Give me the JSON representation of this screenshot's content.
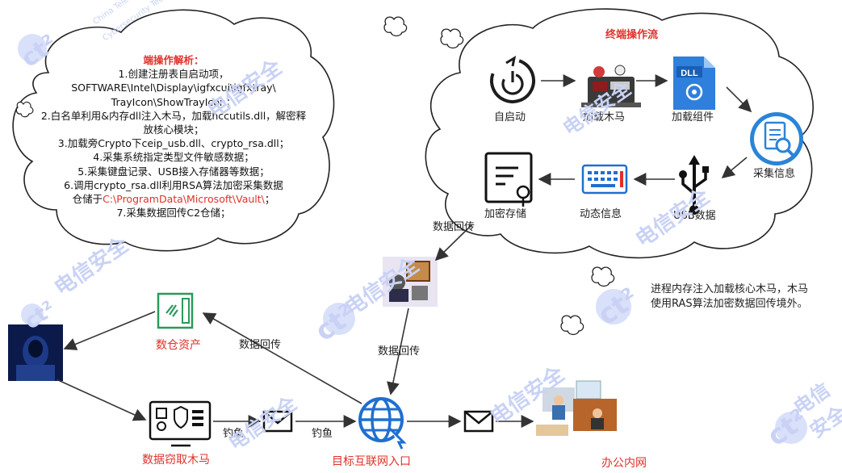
{
  "left_cloud": {
    "title": "端操作解析：",
    "lines": [
      "1.创建注册表自启动项，",
      "SOFTWARE\\Intel\\Display\\igfxcui\\igfxtray\\",
      "TrayIcon\\ShowTrayIcon；",
      "2.白名单利用&内存dll注入木马，加载hccutils.dll，解密释",
      "放核心模块；",
      "3.加载旁Crypto下ceip_usb.dll、crypto_rsa.dll；",
      "4.采集系统指定类型文件敏感数据；",
      "5.采集键盘记录、USB接入存储器等数据；",
      "6.调用crypto_rsa.dll利用RSA算法加密采集数据"
    ],
    "line_storage_prefix": "仓储于",
    "line_storage_path": "C:\\ProgramData\\Microsoft\\Vault\\",
    "line_storage_suffix": "；",
    "line_last": "7.采集数据回传C2仓储；"
  },
  "right_cloud": {
    "title": "终端操作流",
    "nodes": {
      "autostart": "自启动",
      "load_trojan": "加载木马",
      "load_component": "加载组件",
      "collect_info": "采集信息",
      "usb_data": "USB数据",
      "dynamic_info": "动态信息",
      "encrypted_storage": "加密存储"
    }
  },
  "right_note": [
    "进程内存注入加载核心木马，木马",
    "使用RAS算法加密数据回传境外。"
  ],
  "bottom": {
    "data_warehouse": "数仓资产",
    "data_theft_trojan": "数据窃取木马",
    "target_entry": "目标互联网入口",
    "office_network": "办公内网",
    "phishing_1": "钓鱼",
    "phishing_2": "钓鱼",
    "data_return_1": "数据回传",
    "data_return_2": "数据回传",
    "data_return_3": "数据回传"
  },
  "watermark": {
    "logo": "ct²",
    "brand": "电信安全",
    "sub1": "China Telecom",
    "sub2": "Cybersecurity Tech"
  },
  "colors": {
    "accent_red": "#e0312a",
    "blue_icon": "#1f6fd1",
    "green_icon": "#2a9a5a",
    "watermark": "#c9d2f5"
  }
}
